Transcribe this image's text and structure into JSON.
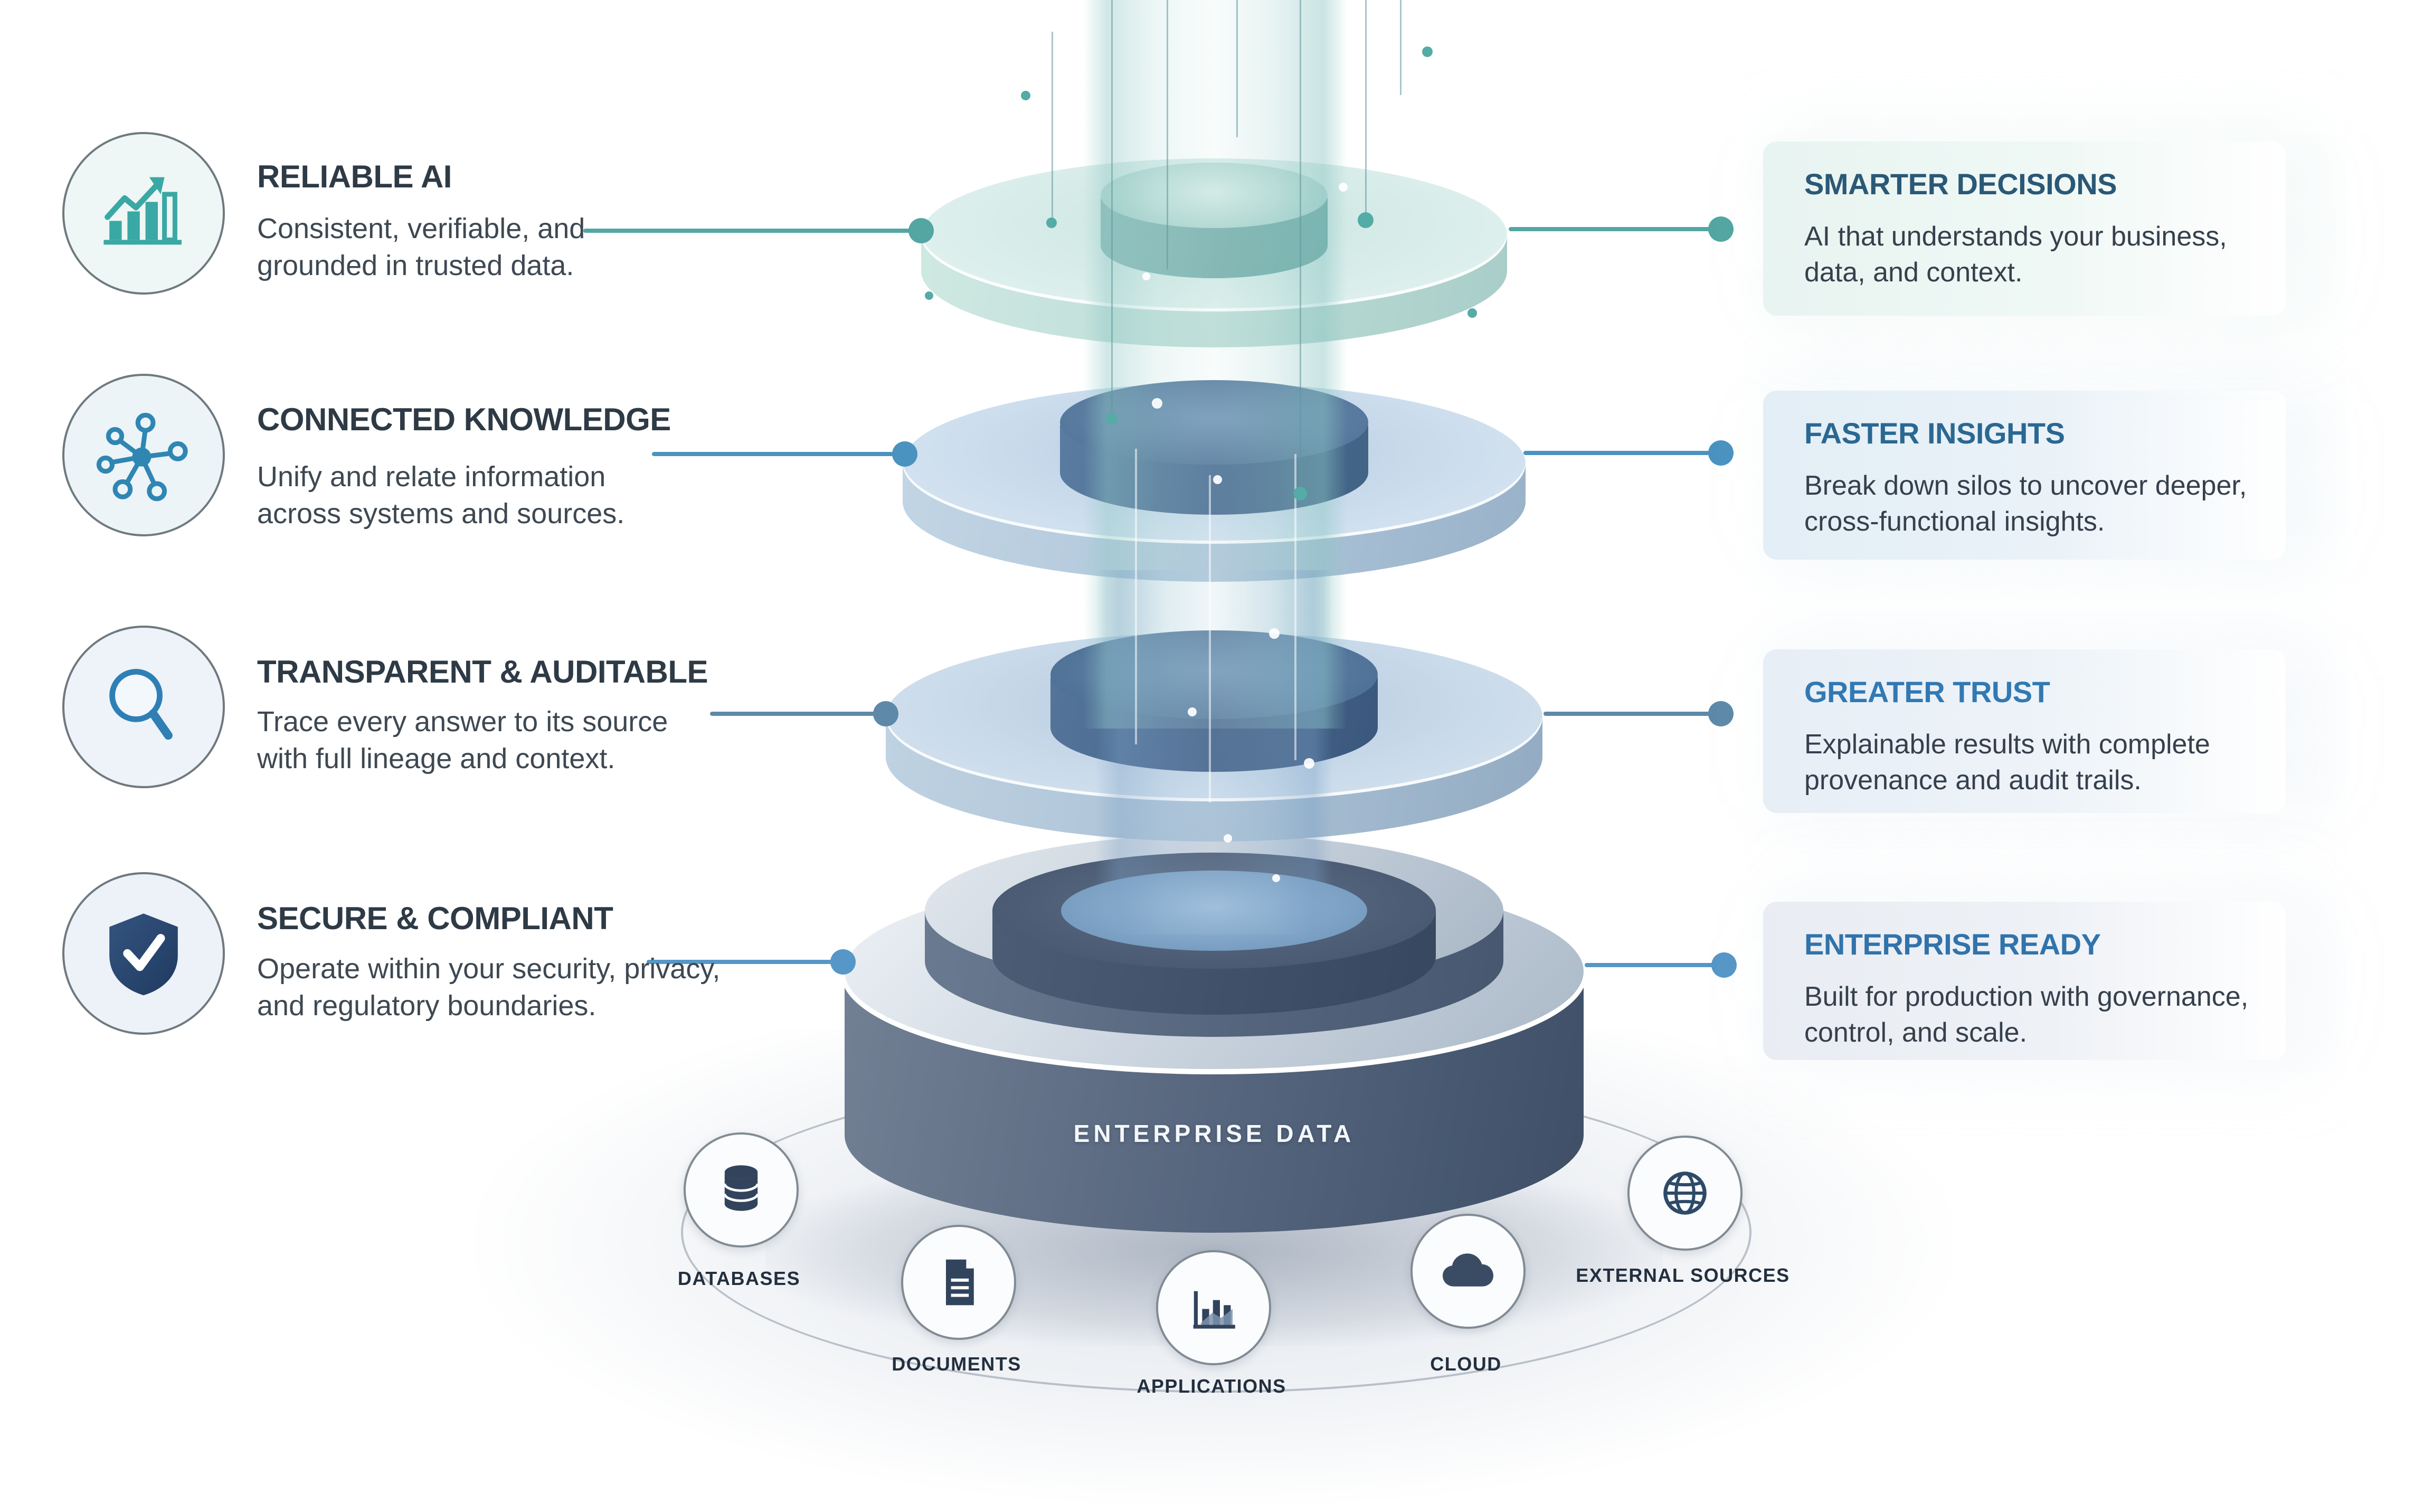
{
  "diagram_title": "",
  "features_left": [
    {
      "icon": "growth-chart-icon",
      "title": "RELIABLE AI",
      "description": "Consistent, verifiable, and grounded in trusted data.",
      "accent": "#3aa8a4"
    },
    {
      "icon": "network-nodes-icon",
      "title": "CONNECTED KNOWLEDGE",
      "description": "Unify and relate information across systems and sources.",
      "accent": "#2f86b3"
    },
    {
      "icon": "magnifier-icon",
      "title": "TRANSPARENT & AUDITABLE",
      "description": "Trace every answer to its source with full lineage and context.",
      "accent": "#2f7fb5"
    },
    {
      "icon": "shield-check-icon",
      "title": "SECURE & COMPLIANT",
      "description": "Operate within your security, privacy, and regulatory boundaries.",
      "accent": "#2c4a77"
    }
  ],
  "benefits_right": [
    {
      "title": "SMARTER DECISIONS",
      "description": "AI that understands your business, data, and context.",
      "title_color": "#2b5876",
      "card_bg": "#e8f4f1"
    },
    {
      "title": "FASTER INSIGHTS",
      "description": "Break down silos to uncover deeper, cross-functional insights.",
      "title_color": "#2a6892",
      "card_bg": "#e3eef6"
    },
    {
      "title": "GREATER TRUST",
      "description": "Explainable results with complete provenance and audit trails.",
      "title_color": "#3279b3",
      "card_bg": "#e7eef6"
    },
    {
      "title": "ENTERPRISE READY",
      "description": "Built for production with governance, control, and scale.",
      "title_color": "#3173ab",
      "card_bg": "#e9edf3"
    }
  ],
  "stack": {
    "base_label": "ENTERPRISE DATA",
    "layer_colors": {
      "top_disk": "#d9edea",
      "middle_disk": "#ccdded",
      "lower_disk": "#c9daea",
      "base_drum": "#5c6b82",
      "beam_teal": "#8ec9c7",
      "beam_blue": "#80a4c8"
    },
    "connector_colors": {
      "row1": "#53a6a2",
      "row2": "#4a93c0",
      "row3": "#5e89a9",
      "row4": "#5697c7"
    }
  },
  "sources": [
    {
      "icon": "database-icon",
      "label": "DATABASES"
    },
    {
      "icon": "document-icon",
      "label": "DOCUMENTS"
    },
    {
      "icon": "bar-chart-icon",
      "label": "APPLICATIONS"
    },
    {
      "icon": "cloud-icon",
      "label": "CLOUD"
    },
    {
      "icon": "globe-icon",
      "label": "EXTERNAL SOURCES"
    }
  ]
}
